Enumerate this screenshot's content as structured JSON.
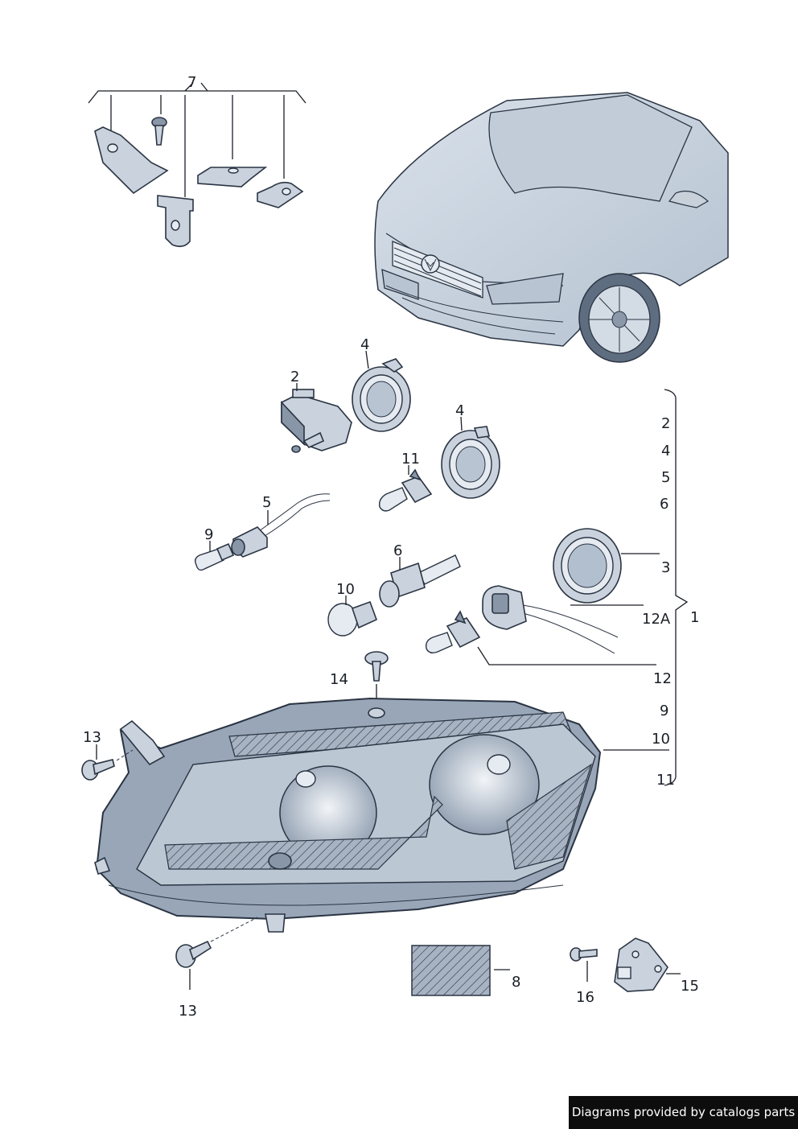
{
  "labels": {
    "l7": "7",
    "l4a": "4",
    "l2": "2",
    "l4b": "4",
    "l11": "11",
    "l5": "5",
    "l9": "9",
    "l6": "6",
    "l10": "10",
    "l14": "14",
    "l13a": "13",
    "l13b": "13",
    "l8": "8",
    "l16": "16",
    "l15": "15",
    "l3": "3",
    "l12A": "12A",
    "l12": "12",
    "l1": "1"
  },
  "group_list": [
    "2",
    "4",
    "5",
    "6",
    "9",
    "10",
    "11"
  ],
  "footer": "Diagrams provided by catalogs parts"
}
